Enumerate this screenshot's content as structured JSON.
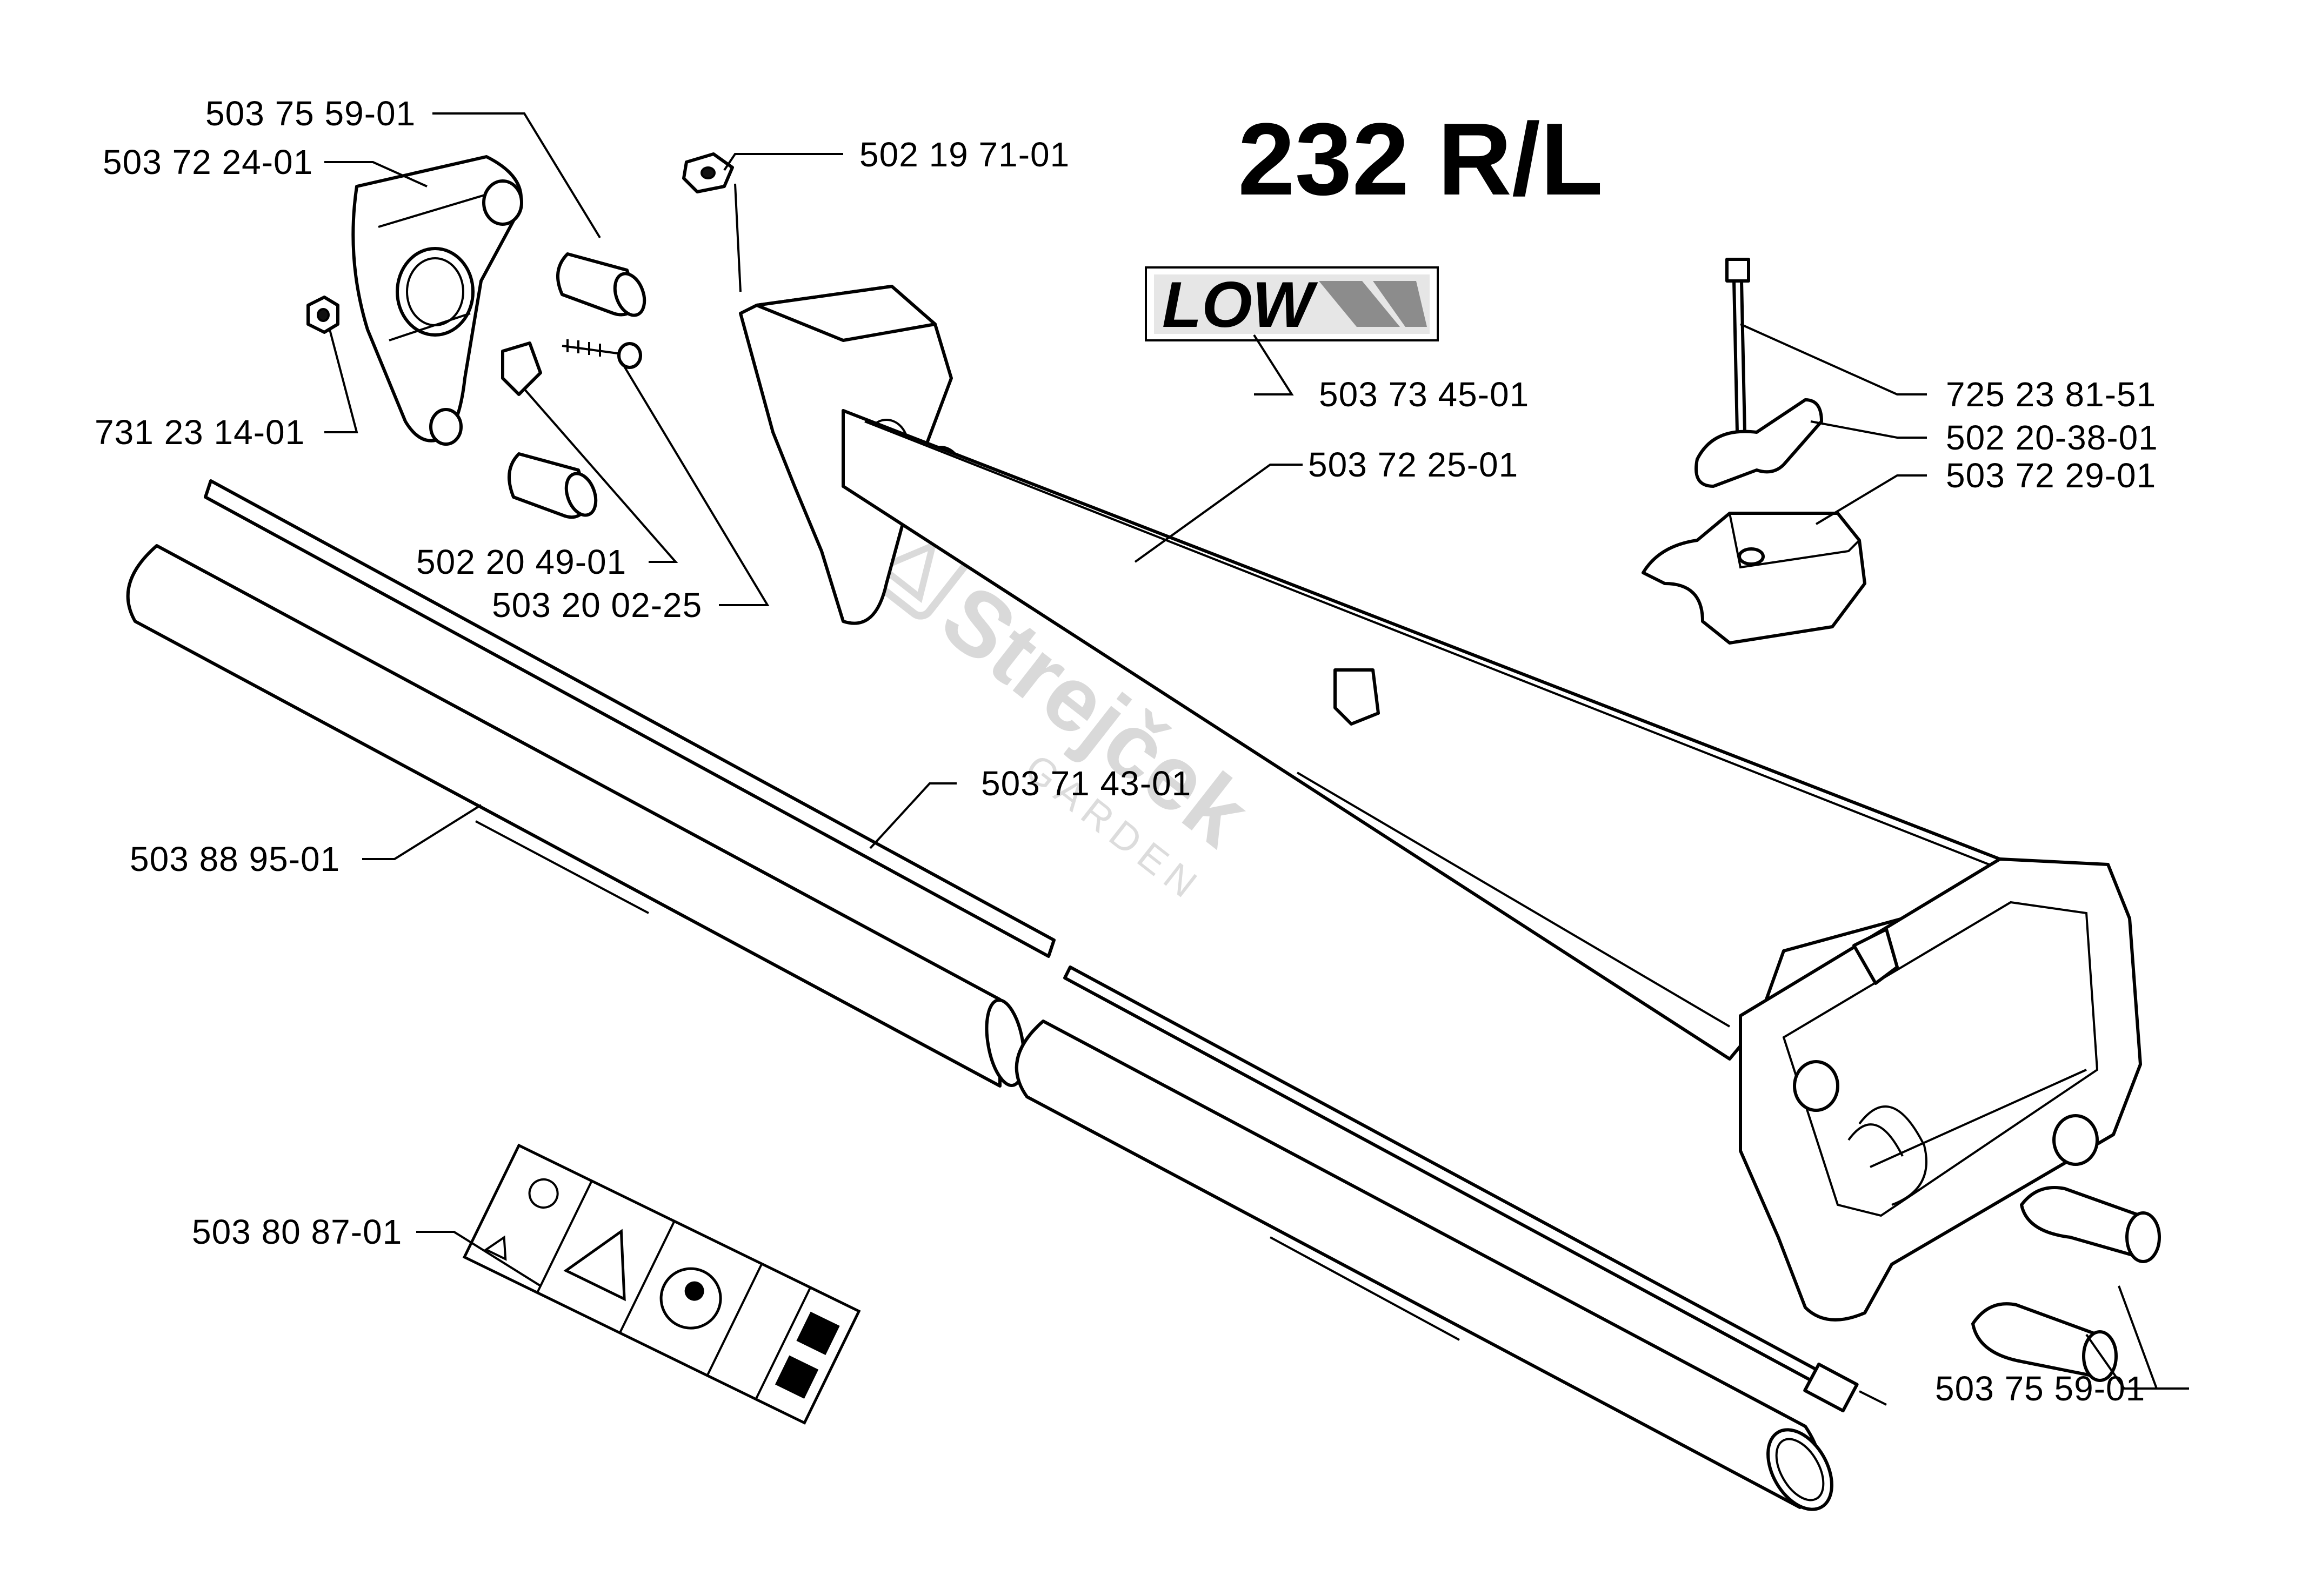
{
  "title": "232 R/L",
  "logo_text": "LOW",
  "watermark": {
    "name": "Strejček",
    "sub": "GARDEN"
  },
  "labels": {
    "cap_top": "503 75 59-01",
    "handle_bracket": "503 72 24-01",
    "nut_small": "502 19 71-01",
    "logo_decal": "503 73 45-01",
    "bolt": "725 23 81-51",
    "wing_nut": "502 20-38-01",
    "clamp": "503 72 29-01",
    "frame_tube": "503 72 25-01",
    "hex_nut": "731 23 14-01",
    "clip": "502 20 49-01",
    "screw": "503 20 02-25",
    "drive_shaft": "503 71 43-01",
    "shaft_tube": "503 88 95-01",
    "warning_decal": "503 80 87-01",
    "caps_bottom": "503 75 59-01"
  }
}
